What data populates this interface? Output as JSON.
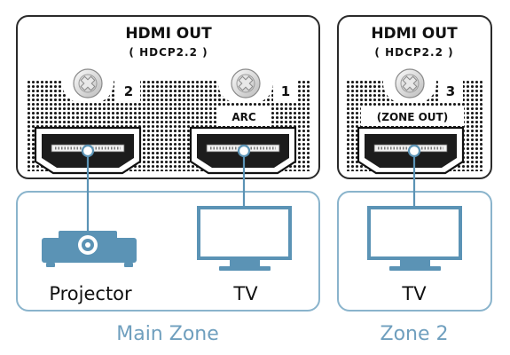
{
  "panels": {
    "main": {
      "header_line1": "HDMI OUT",
      "header_line2": "( HDCP2.2 )",
      "port_2_number": "2",
      "port_1_number": "1",
      "port_1_tag": "ARC"
    },
    "zone2": {
      "header_line1": "HDMI OUT",
      "header_line2": "( HDCP2.2 )",
      "port_3_number": "3",
      "port_3_tag": "(ZONE OUT)"
    }
  },
  "devices": {
    "projector_label": "Projector",
    "main_tv_label": "TV",
    "zone2_tv_label": "TV"
  },
  "zones": {
    "main_zone_label": "Main Zone",
    "zone2_label": "Zone 2"
  },
  "colors": {
    "cable": "#5b93b5",
    "zone_border": "#8ab4cc",
    "zone_text": "#6f9fbe",
    "panel_border": "#2a2a2a",
    "ink": "#111111"
  },
  "icons": [
    "screw-icon",
    "hdmi-port-icon",
    "projector-icon",
    "tv-icon"
  ]
}
